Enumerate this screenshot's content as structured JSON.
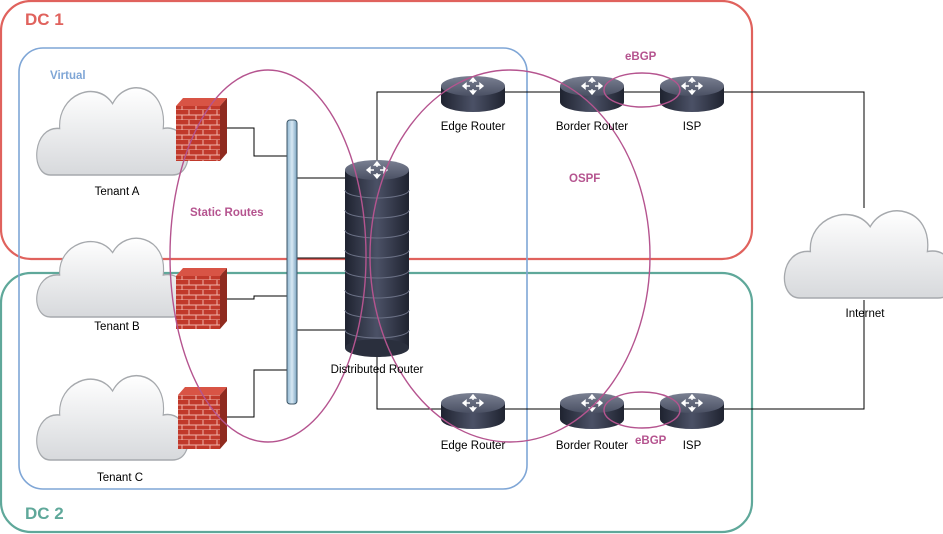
{
  "zones": {
    "dc1": "DC 1",
    "dc2": "DC 2",
    "virtual": "Virtual"
  },
  "tenants": {
    "a": "Tenant A",
    "b": "Tenant B",
    "c": "Tenant C"
  },
  "routers": {
    "distributed": "Distributed Router",
    "edge_top": "Edge Router",
    "edge_bottom": "Edge Router",
    "border_top": "Border Router",
    "border_bottom": "Border Router",
    "isp_top": "ISP",
    "isp_bottom": "ISP"
  },
  "internet": "Internet",
  "protocols": {
    "static_routes": "Static Routes",
    "ospf": "OSPF",
    "ebgp_top": "eBGP",
    "ebgp_bottom": "eBGP"
  },
  "colors": {
    "dc1": "#e0625d",
    "dc2": "#5fa89a",
    "virtual": "#7fa6d6",
    "protocol": "#b5548f",
    "router": "#33384a",
    "firewall": "#c0392b"
  },
  "icons": {
    "cloud": "cloud-icon",
    "firewall": "firewall-icon",
    "router": "router-icon",
    "switch": "switch-bar-icon"
  }
}
